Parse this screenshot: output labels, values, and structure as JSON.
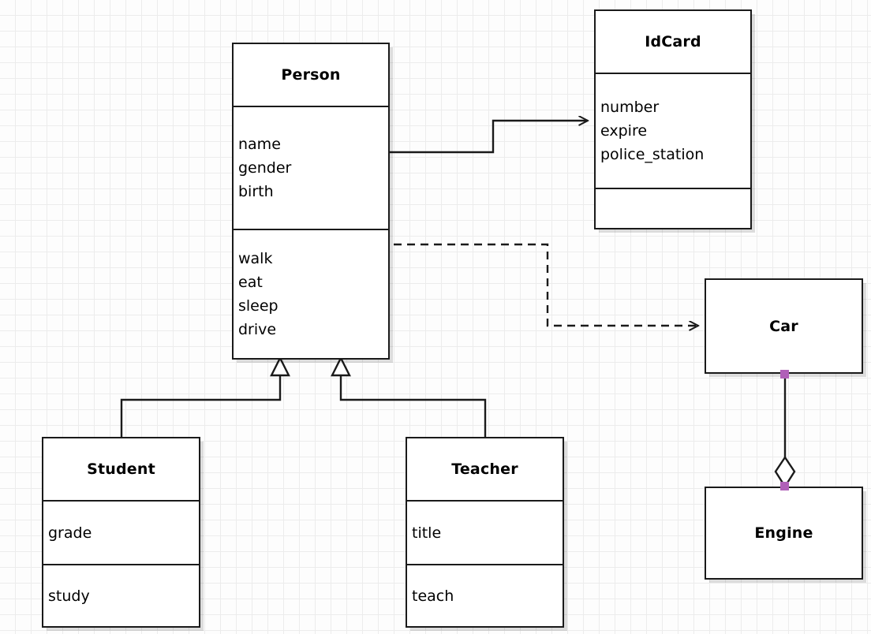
{
  "diagram": {
    "type": "uml-class-diagram",
    "background": "#fdfdfd",
    "grid_color": "#ececec",
    "line_color": "#1a1a1a",
    "selection_handle_color": "#b060b8"
  },
  "classes": [
    {
      "id": "person",
      "name": "Person",
      "attributes": [
        "name",
        "gender",
        "birth"
      ],
      "methods": [
        "walk",
        "eat",
        "sleep",
        "drive"
      ]
    },
    {
      "id": "idcard",
      "name": "IdCard",
      "attributes": [
        "number",
        "expire",
        "police_station"
      ],
      "methods": []
    },
    {
      "id": "student",
      "name": "Student",
      "attributes": [
        "grade"
      ],
      "methods": [
        "study"
      ]
    },
    {
      "id": "teacher",
      "name": "Teacher",
      "attributes": [
        "title"
      ],
      "methods": [
        "teach"
      ]
    },
    {
      "id": "car",
      "name": "Car",
      "attributes": [],
      "methods": []
    },
    {
      "id": "engine",
      "name": "Engine",
      "attributes": [],
      "methods": []
    }
  ],
  "relationships": [
    {
      "id": "person-idcard",
      "kind": "association",
      "from": "Person",
      "to": "IdCard",
      "style": "solid",
      "arrow": "open-arrow"
    },
    {
      "id": "person-car",
      "kind": "dependency",
      "from": "Person",
      "to": "Car",
      "style": "dashed",
      "arrow": "open-arrow"
    },
    {
      "id": "student-person",
      "kind": "generalization",
      "from": "Student",
      "to": "Person",
      "style": "solid",
      "arrow": "hollow-triangle"
    },
    {
      "id": "teacher-person",
      "kind": "generalization",
      "from": "Teacher",
      "to": "Person",
      "style": "solid",
      "arrow": "hollow-triangle"
    },
    {
      "id": "car-engine",
      "kind": "aggregation",
      "from": "Car",
      "to": "Engine",
      "style": "solid",
      "arrow": "hollow-diamond",
      "selected": true
    }
  ]
}
